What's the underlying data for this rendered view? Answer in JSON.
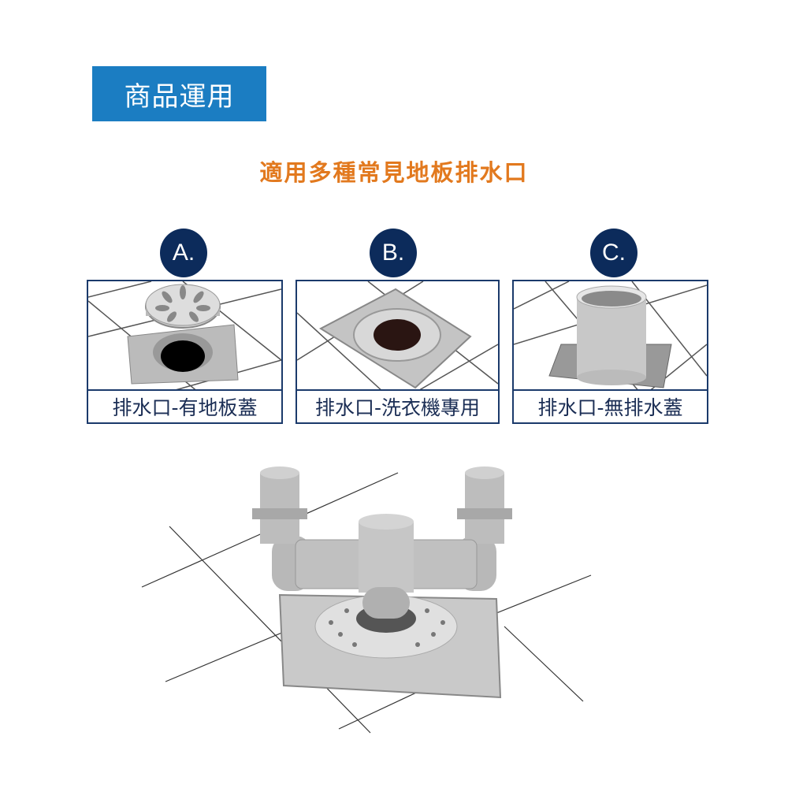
{
  "header": {
    "label": "商品運用"
  },
  "title": "適用多種常見地板排水口",
  "options": [
    {
      "badge": "A.",
      "caption": "排水口-有地板蓋"
    },
    {
      "badge": "B.",
      "caption": "排水口-洗衣機專用"
    },
    {
      "badge": "C.",
      "caption": "排水口-無排水蓋"
    }
  ],
  "colors": {
    "header_bg": "#1b7dc2",
    "title": "#e2791e",
    "navy": "#0c2b5b"
  }
}
